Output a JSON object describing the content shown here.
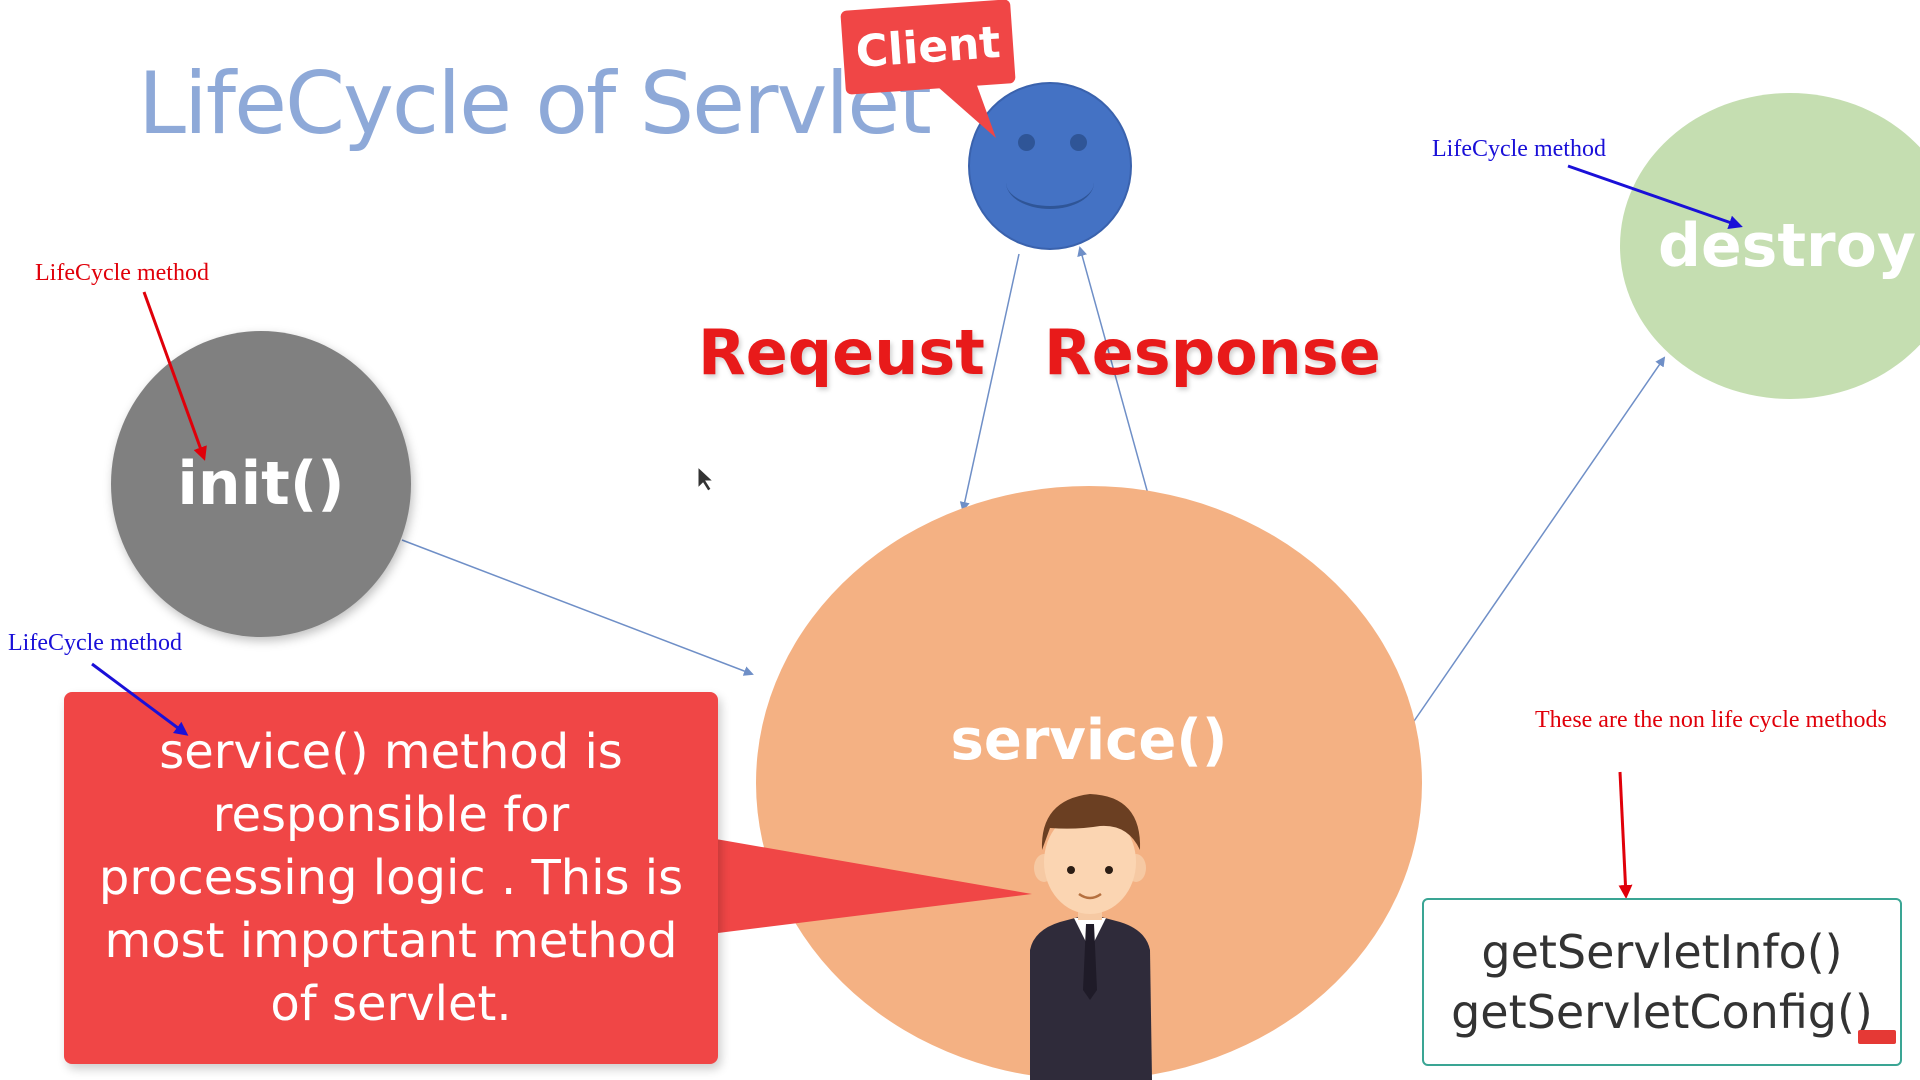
{
  "title": "LifeCycle of Servlet",
  "client": {
    "bubble_label": "Client",
    "face_icon": "smiley-face-icon"
  },
  "flow_labels": {
    "request": "Reqeust",
    "response": "Response"
  },
  "methods": {
    "init": "init()",
    "service": "service()",
    "destroy": "destroy()"
  },
  "annotations": {
    "init_note": "LifeCycle method",
    "service_note": "LifeCycle method",
    "destroy_note": "LifeCycle method",
    "non_life_note": "These are the non life cycle methods"
  },
  "callout": {
    "text": "service() method is responsible for processing logic . This is most important method of  servlet.",
    "presenter_icon": "businessman-character-icon"
  },
  "non_life_cycle_methods": [
    "getServletInfo()",
    "getServletConfig()"
  ],
  "colors": {
    "title": "#8ea9d8",
    "init": "#808080",
    "service": "#f4b183",
    "destroy": "#c5deb1",
    "client": "#4472c4",
    "callout": "#f04646",
    "red_note": "#e0000a",
    "blue_note": "#1a10d8",
    "connector": "#6f8fc7",
    "box_border": "#3aa594"
  }
}
